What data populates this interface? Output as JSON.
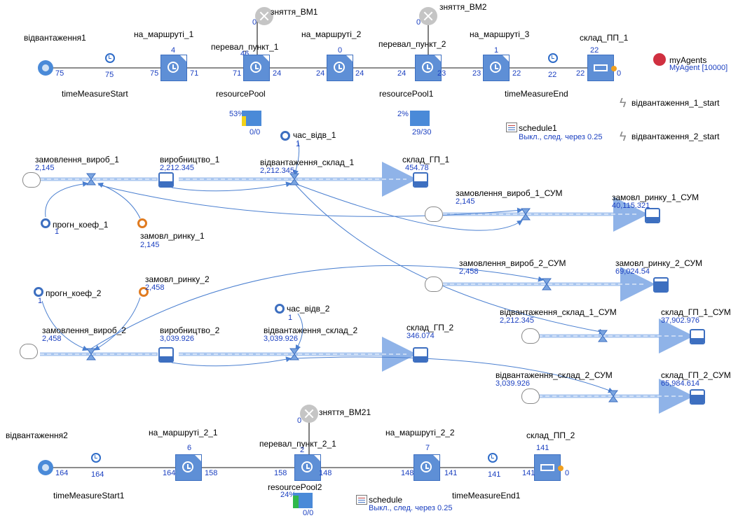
{
  "top_flow": {
    "source": {
      "label": "відвантаження1",
      "count": "75"
    },
    "tm_start": {
      "label": "timeMeasureStart",
      "count": "75"
    },
    "route1": {
      "label": "на_маршруті_1",
      "top": "4",
      "in": "75",
      "out": "71"
    },
    "checkpoint1": {
      "label": "перевал_пункт_1",
      "top": "46",
      "in": "71",
      "out": "24",
      "seize_count": "0",
      "seize_label": "зняття_ВМ1"
    },
    "route2": {
      "label": "на_маршруті_2",
      "top": "0",
      "in": "24",
      "out": "24"
    },
    "checkpoint2": {
      "label": "перевал_пункт_2",
      "in": "24",
      "out": "23",
      "seize_count": "0",
      "seize_label": "зняття_ВМ2"
    },
    "route3": {
      "label": "на_маршруті_3",
      "top": "1",
      "in": "23",
      "out": "22"
    },
    "tm_end": {
      "label": "timeMeasureEnd",
      "count": "22"
    },
    "sink": {
      "label": "склад_ПП_1",
      "top": "22",
      "in": "22",
      "out": "0"
    },
    "pool1": {
      "label": "resourcePool",
      "pct": "53%",
      "ratio": "0/0"
    },
    "pool2": {
      "label": "resourcePool1",
      "pct": "2%",
      "ratio": "29/30"
    }
  },
  "agents": {
    "label": "myAgents",
    "sub": "MyAgent [10000]"
  },
  "events": [
    "відвантаження_1_start",
    "відвантаження_2_start"
  ],
  "schedule1": {
    "label": "schedule1",
    "sub": "Выкл., след. через 0.25"
  },
  "sd": {
    "chas_vids_1": {
      "label": "час_відв_1",
      "val": "1"
    },
    "zam_vyrob_1": {
      "label": "замовлення_вироб_1",
      "val": "2,145"
    },
    "vyrob_1": {
      "label": "виробництво_1",
      "val": "2,212.345"
    },
    "vidv_sklad_1": {
      "label": "відвантаження_склад_1",
      "val": "2,212.345"
    },
    "sklad_gp_1": {
      "label": "склад_ГП_1",
      "val": "454.78"
    },
    "zam_vyrob_1_sum": {
      "label": "замовлення_вироб_1_СУМ",
      "val": "2,145"
    },
    "zamovl_rynku_1_sum": {
      "label": "замовл_ринку_1_СУМ",
      "val": "40,115.321"
    },
    "progn_koef_1": {
      "label": "прогн_коеф_1",
      "val": "1"
    },
    "zamovl_rynku_1": {
      "label": "замовл_ринку_1",
      "val": "2,145"
    },
    "zam_vyrob_2_sum": {
      "label": "замовлення_вироб_2_СУМ",
      "val": "2,458"
    },
    "zamovl_rynku_2_sum": {
      "label": "замовл_ринку_2_СУМ",
      "val": "69,024.54"
    },
    "progn_koef_2": {
      "label": "прогн_коеф_2",
      "val": "1"
    },
    "zamovl_rynku_2": {
      "label": "замовл_ринку_2",
      "val": "2,458"
    },
    "chas_vids_2": {
      "label": "час_відв_2",
      "val": "1"
    },
    "vidv_sklad_1_sum": {
      "label": "відвантаження_склад_1_СУМ",
      "val": "2,212.345"
    },
    "sklad_gp_1_sum": {
      "label": "склад_ГП_1_СУМ",
      "val": "37,902.976"
    },
    "zam_vyrob_2": {
      "label": "замовлення_вироб_2",
      "val": "2,458"
    },
    "vyrob_2": {
      "label": "виробництво_2",
      "val": "3,039.926"
    },
    "vidv_sklad_2": {
      "label": "відвантаження_склад_2",
      "val": "3,039.926"
    },
    "sklad_gp_2": {
      "label": "склад_ГП_2",
      "val": "346.074"
    },
    "vidv_sklad_2_sum": {
      "label": "відвантаження_склад_2_СУМ",
      "val": "3,039.926"
    },
    "sklad_gp_2_sum": {
      "label": "склад_ГП_2_СУМ",
      "val": "65,984.614"
    }
  },
  "bottom_flow": {
    "source": {
      "label": "відвантаження2",
      "count": "164"
    },
    "tm_start": {
      "label": "timeMeasureStart1",
      "count": "164"
    },
    "route1": {
      "label": "на_маршруті_2_1",
      "top": "6",
      "in": "164",
      "out": "158"
    },
    "checkpoint": {
      "label": "перевал_пункт_2_1",
      "top": "2",
      "in": "158",
      "out": "148",
      "seize_count": "0",
      "seize_label": "зняття_ВМ21"
    },
    "route2": {
      "label": "на_маршруті_2_2",
      "top": "7",
      "in": "148",
      "out": "141"
    },
    "tm_end": {
      "label": "timeMeasureEnd1",
      "count": "141"
    },
    "sink": {
      "label": "склад_ПП_2",
      "top": "141",
      "in": "141",
      "out": "0"
    },
    "pool": {
      "label": "resourcePool2",
      "pct": "24%",
      "ratio": "0/0"
    }
  },
  "schedule": {
    "label": "schedule",
    "sub": "Выкл., след. через 0.25"
  }
}
